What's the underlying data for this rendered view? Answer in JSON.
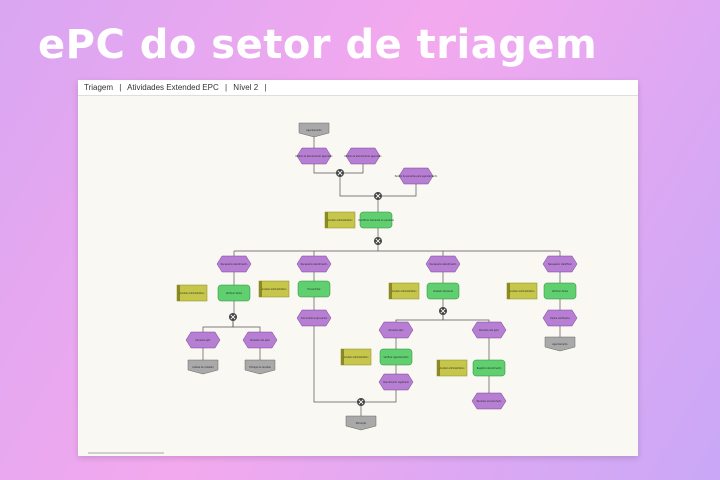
{
  "slide_title": "ePC do setor de triagem",
  "breadcrumb": {
    "items": [
      "Triagem",
      "Atividades Extended EPC",
      "Nível 2"
    ],
    "separator": "|"
  },
  "colors": {
    "event": "#b77fd3",
    "function": "#5fcf6f",
    "process_interface": "#a9a9a9",
    "role": "#c6c64a",
    "connector": "#444444"
  },
  "diagram": {
    "nodes": [
      {
        "id": "s1",
        "type": "target",
        "label": "Agendamento"
      },
      {
        "id": "e1",
        "type": "event",
        "label": "Pedido de atendimento agendado"
      },
      {
        "id": "e2",
        "type": "event",
        "label": "Pedido de atendimento agendado"
      },
      {
        "id": "e3",
        "type": "event",
        "label": "Pedido de paciente para agendamento"
      },
      {
        "id": "r1",
        "type": "role",
        "label": "Auxiliar Administrativo"
      },
      {
        "id": "f1",
        "type": "function",
        "label": "Identificar demanda do paciente"
      },
      {
        "id": "e4",
        "type": "event",
        "label": "Necessário atendimento"
      },
      {
        "id": "e5",
        "type": "event",
        "label": "Necessário atendimento"
      },
      {
        "id": "e6",
        "type": "event",
        "label": "Necessário atendimento"
      },
      {
        "id": "e7",
        "type": "event",
        "label": "Necessário identificar"
      },
      {
        "id": "r2",
        "type": "role",
        "label": "Auxiliar Administrativo"
      },
      {
        "id": "f2",
        "type": "function",
        "label": "Verificar dados"
      },
      {
        "id": "r3",
        "type": "role",
        "label": "Auxiliar Administrativo"
      },
      {
        "id": "f3",
        "type": "function",
        "label": "Encaminhar"
      },
      {
        "id": "r4",
        "type": "role",
        "label": "Auxiliar Administrativo"
      },
      {
        "id": "f4",
        "type": "function",
        "label": "Analisar demanda"
      },
      {
        "id": "r5",
        "type": "role",
        "label": "Auxiliar Administrativo"
      },
      {
        "id": "f5",
        "type": "function",
        "label": "Verificar dados"
      },
      {
        "id": "e8",
        "type": "event",
        "label": "Paciente apto"
      },
      {
        "id": "e9",
        "type": "event",
        "label": "Paciente não apto"
      },
      {
        "id": "e10",
        "type": "event",
        "label": "Documentos aprovados"
      },
      {
        "id": "e11",
        "type": "event",
        "label": "Paciente apto"
      },
      {
        "id": "e12",
        "type": "event",
        "label": "Paciente não apto"
      },
      {
        "id": "e13",
        "type": "event",
        "label": "Dados verificados"
      },
      {
        "id": "t1",
        "type": "target",
        "label": "Análise de cadastro"
      },
      {
        "id": "t2",
        "type": "target",
        "label": "Entrega de receitas"
      },
      {
        "id": "r6",
        "type": "role",
        "label": "Auxiliar Administrativo"
      },
      {
        "id": "f6",
        "type": "function",
        "label": "Verificar agendamento"
      },
      {
        "id": "r7",
        "type": "role",
        "label": "Auxiliar Administrativo"
      },
      {
        "id": "f7",
        "type": "function",
        "label": "Registrar atendimento"
      },
      {
        "id": "e14",
        "type": "event",
        "label": "Atendimento registrado"
      },
      {
        "id": "e15",
        "type": "event",
        "label": "Paciente encaminhado"
      },
      {
        "id": "t3",
        "type": "target",
        "label": "Agendamento"
      },
      {
        "id": "t4",
        "type": "target",
        "label": "Marcação"
      }
    ]
  }
}
